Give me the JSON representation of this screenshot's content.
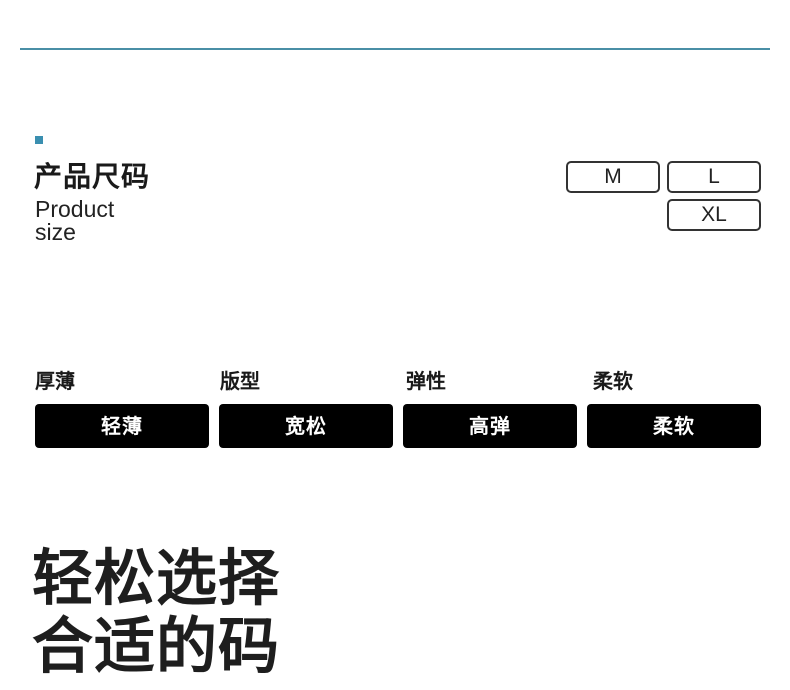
{
  "size_section": {
    "title": "产品尺码",
    "subtitle_line1": "Product",
    "subtitle_line2": "size",
    "accent_color": "#3a8fb0",
    "options": [
      "M",
      "L",
      "XL"
    ]
  },
  "attributes": [
    {
      "label": "厚薄",
      "value": "轻薄"
    },
    {
      "label": "版型",
      "value": "宽松"
    },
    {
      "label": "弹性",
      "value": "高弹"
    },
    {
      "label": "柔软",
      "value": "柔软"
    }
  ],
  "slogan": {
    "line1": "轻松选择",
    "line2": "合适的码"
  },
  "colors": {
    "rule": "#4a8fa6",
    "value_bg": "#000000",
    "value_text": "#ffffff"
  }
}
